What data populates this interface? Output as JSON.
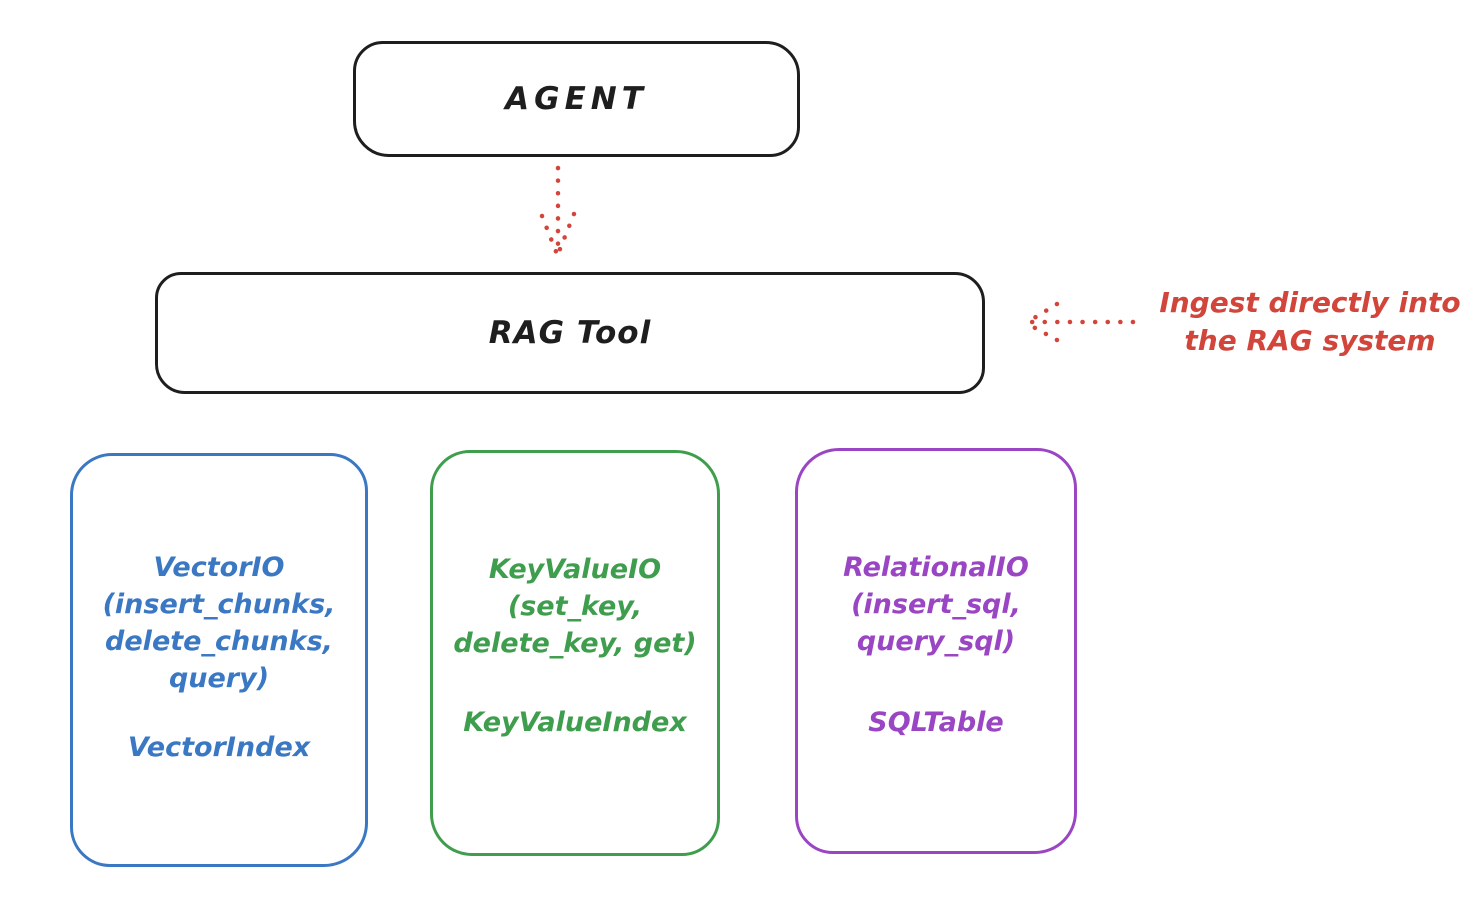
{
  "colors": {
    "ink": "#1e1e1e",
    "red": "#d1453b",
    "blue": "#3b78c3",
    "green": "#3f9e4d",
    "purple": "#9a46c4",
    "background": "#ffffff"
  },
  "agent": {
    "label": "AGENT"
  },
  "rag_tool": {
    "label": "RAG Tool"
  },
  "annotation": {
    "line1": "Ingest directly into",
    "line2": "the RAG system"
  },
  "backends": [
    {
      "title": "VectorIO",
      "signature_lines": [
        "(insert_chunks,",
        "delete_chunks,",
        "query)"
      ],
      "index_label": "VectorIndex",
      "color": "#3b78c3"
    },
    {
      "title": "KeyValueIO",
      "signature_lines": [
        "(set_key,",
        "delete_key, get)"
      ],
      "index_label": "KeyValueIndex",
      "color": "#3f9e4d"
    },
    {
      "title": "RelationalIO",
      "signature_lines": [
        "(insert_sql,",
        "query_sql)"
      ],
      "index_label": "SQLTable",
      "color": "#9a46c4"
    }
  ],
  "arrows": [
    {
      "name": "agent-to-rag-tool",
      "style": "dotted",
      "color": "#d1453b",
      "direction": "down"
    },
    {
      "name": "annotation-to-rag-tool",
      "style": "dotted",
      "color": "#d1453b",
      "direction": "left"
    }
  ]
}
